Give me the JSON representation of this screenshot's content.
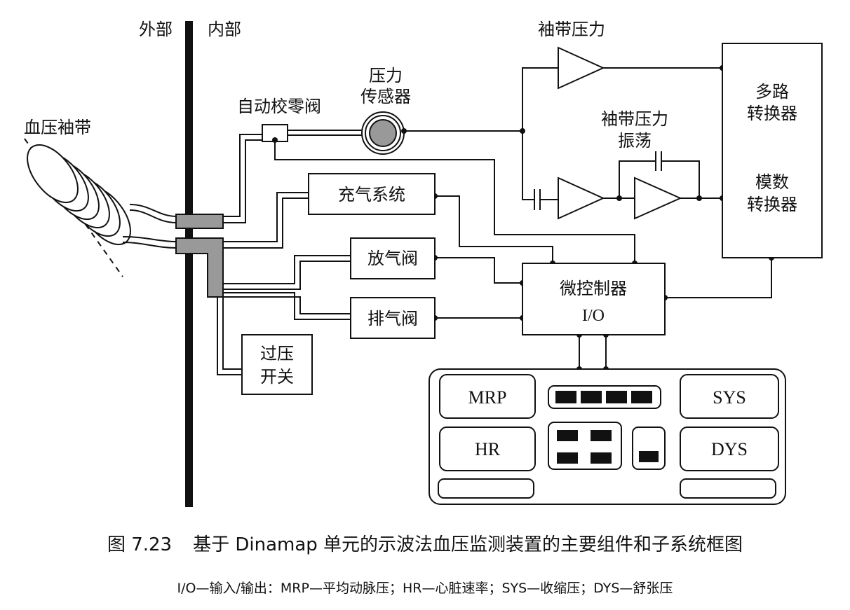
{
  "labels": {
    "outside": "外部",
    "inside": "内部",
    "cuff": "血压袖带",
    "auto_zero_valve": "自动校零阀",
    "pressure_sensor_1": "压力",
    "pressure_sensor_2": "传感器",
    "cuff_pressure": "袖带压力",
    "cuff_osc_1": "袖带压力",
    "cuff_osc_2": "振荡",
    "inflation_system": "充气系统",
    "deflation_valve": "放气阀",
    "exhaust_valve": "排气阀",
    "overpressure_1": "过压",
    "overpressure_2": "开关",
    "multiplexer_1": "多路",
    "multiplexer_2": "转换器",
    "adc_1": "模数",
    "adc_2": "转换器",
    "mcu_1": "微控制器",
    "mcu_2": "I/O"
  },
  "display": {
    "mrp": "MRP",
    "hr": "HR",
    "sys": "SYS",
    "dys": "DYS"
  },
  "caption": {
    "figure_no": "图 7.23",
    "title": "基于 Dinamap 单元的示波法血压监测装置的主要组件和子系统框图",
    "legend": "I/O—输入/输出：MRP—平均动脉压；HR—心脏速率；SYS—收缩压；DYS—舒张压"
  }
}
